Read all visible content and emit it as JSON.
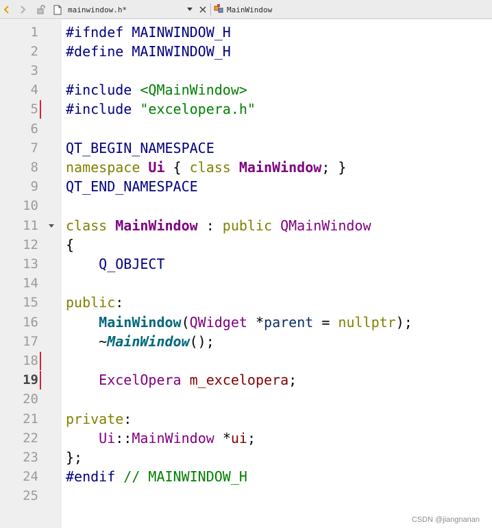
{
  "toolbar": {
    "back_icon": "chevron-left-icon",
    "forward_icon": "chevron-right-icon",
    "lock_icon": "unlocked-icon",
    "file_icon": "document-icon",
    "file_name": "mainwindow.h*",
    "close_icon": "close-icon",
    "symbol_icon": "class-icon",
    "symbol_name": "MainWindow"
  },
  "editor": {
    "current_line": 19,
    "lines": [
      {
        "n": "1",
        "tokens": [
          {
            "c": "t-pre",
            "t": "#ifndef MAINWINDOW_H"
          }
        ]
      },
      {
        "n": "2",
        "tokens": [
          {
            "c": "t-pre",
            "t": "#define MAINWINDOW_H"
          }
        ]
      },
      {
        "n": "3",
        "tokens": []
      },
      {
        "n": "4",
        "tokens": [
          {
            "c": "t-pre",
            "t": "#include "
          },
          {
            "c": "t-str",
            "t": "<QMainWindow>"
          }
        ]
      },
      {
        "n": "5",
        "changed": true,
        "tokens": [
          {
            "c": "t-pre",
            "t": "#include "
          },
          {
            "c": "t-str",
            "t": "\"excelopera.h\""
          }
        ]
      },
      {
        "n": "6",
        "tokens": []
      },
      {
        "n": "7",
        "tokens": [
          {
            "c": "t-mac",
            "t": "QT_BEGIN_NAMESPACE"
          }
        ]
      },
      {
        "n": "8",
        "tokens": [
          {
            "c": "t-kw",
            "t": "namespace "
          },
          {
            "c": "t-typeb",
            "t": "Ui"
          },
          {
            "c": "t-pun",
            "t": " { "
          },
          {
            "c": "t-kw",
            "t": "class "
          },
          {
            "c": "t-typeb",
            "t": "MainWindow"
          },
          {
            "c": "t-pun",
            "t": "; }"
          }
        ]
      },
      {
        "n": "9",
        "tokens": [
          {
            "c": "t-mac",
            "t": "QT_END_NAMESPACE"
          }
        ]
      },
      {
        "n": "10",
        "tokens": []
      },
      {
        "n": "11",
        "fold": true,
        "tokens": [
          {
            "c": "t-kw",
            "t": "class "
          },
          {
            "c": "t-typeb",
            "t": "MainWindow"
          },
          {
            "c": "t-pun",
            "t": " : "
          },
          {
            "c": "t-kw",
            "t": "public "
          },
          {
            "c": "t-type",
            "t": "QMainWindow"
          }
        ]
      },
      {
        "n": "12",
        "tokens": [
          {
            "c": "t-pun",
            "t": "{"
          }
        ]
      },
      {
        "n": "13",
        "tokens": [
          {
            "c": "t-mac",
            "t": "    Q_OBJECT"
          }
        ]
      },
      {
        "n": "14",
        "tokens": []
      },
      {
        "n": "15",
        "tokens": [
          {
            "c": "t-kw",
            "t": "public"
          },
          {
            "c": "t-pun",
            "t": ":"
          }
        ]
      },
      {
        "n": "16",
        "tokens": [
          {
            "c": "t-pun",
            "t": "    "
          },
          {
            "c": "t-ctor",
            "t": "MainWindow"
          },
          {
            "c": "t-pun",
            "t": "("
          },
          {
            "c": "t-type",
            "t": "QWidget"
          },
          {
            "c": "t-pun",
            "t": " *"
          },
          {
            "c": "t-var",
            "t": "parent"
          },
          {
            "c": "t-pun",
            "t": " = "
          },
          {
            "c": "t-kw",
            "t": "nullptr"
          },
          {
            "c": "t-pun",
            "t": ");"
          }
        ]
      },
      {
        "n": "17",
        "tokens": [
          {
            "c": "t-pun",
            "t": "    ~"
          },
          {
            "c": "t-dtor",
            "t": "MainWindow"
          },
          {
            "c": "t-pun",
            "t": "();"
          }
        ]
      },
      {
        "n": "18",
        "changed": true,
        "tokens": []
      },
      {
        "n": "19",
        "changed": true,
        "current": true,
        "tokens": [
          {
            "c": "t-pun",
            "t": "    "
          },
          {
            "c": "t-type",
            "t": "ExcelOpera"
          },
          {
            "c": "t-pun",
            "t": " "
          },
          {
            "c": "t-fld",
            "t": "m_excelopera"
          },
          {
            "c": "t-pun",
            "t": ";"
          }
        ]
      },
      {
        "n": "20",
        "tokens": []
      },
      {
        "n": "21",
        "tokens": [
          {
            "c": "t-kw",
            "t": "private"
          },
          {
            "c": "t-pun",
            "t": ":"
          }
        ]
      },
      {
        "n": "22",
        "tokens": [
          {
            "c": "t-pun",
            "t": "    "
          },
          {
            "c": "t-type",
            "t": "Ui"
          },
          {
            "c": "t-pun",
            "t": "::"
          },
          {
            "c": "t-type",
            "t": "MainWindow"
          },
          {
            "c": "t-pun",
            "t": " *"
          },
          {
            "c": "t-fld",
            "t": "ui"
          },
          {
            "c": "t-pun",
            "t": ";"
          }
        ]
      },
      {
        "n": "23",
        "tokens": [
          {
            "c": "t-pun",
            "t": "};"
          }
        ]
      },
      {
        "n": "24",
        "tokens": [
          {
            "c": "t-pre",
            "t": "#endif "
          },
          {
            "c": "t-com",
            "t": "// MAINWINDOW_H"
          }
        ]
      },
      {
        "n": "25",
        "tokens": []
      }
    ]
  },
  "watermark": "CSDN @jiangnanan"
}
